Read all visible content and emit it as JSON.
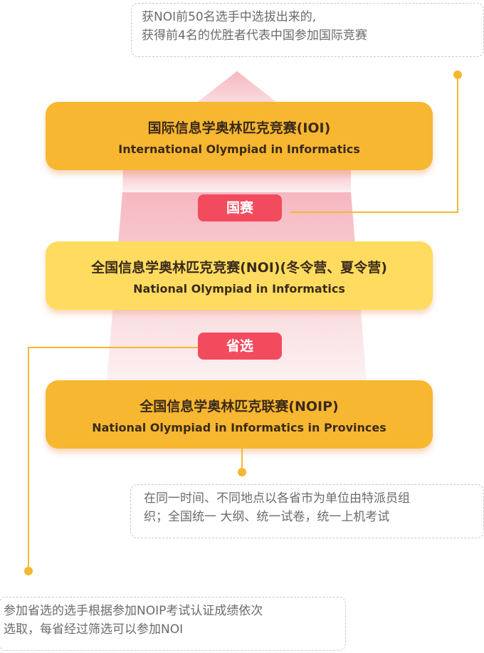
{
  "colors": {
    "box_orange": "#f8b731",
    "box_yellow": "#ffdc60",
    "stage_red": "#f24b5e",
    "connector": "#f5b731",
    "arrow_pink": "#f7c9cf"
  },
  "notes": {
    "top": [
      "获NOI前50名选手中选拔出来的,",
      "获得前4名的优胜者代表中国参加国际竞赛"
    ],
    "middle": [
      "在同一时间、不同地点以各省市为单位由特派员组",
      "织；全国统一 大纲、统一试卷，统一上机考试"
    ],
    "bottom": [
      "参加省选的选手根据参加NOIP考试认证成绩依次",
      "选取，每省经过筛选可以参加NOI"
    ]
  },
  "levels": {
    "ioi": {
      "zh": "国际信息学奥林匹克竞赛(IOI)",
      "en": "International Olympiad in Informatics"
    },
    "noi": {
      "zh": "全国信息学奥林匹克竞赛(NOI)(冬令营、夏令营)",
      "en": "National Olympiad in Informatics"
    },
    "noip": {
      "zh": "全国信息学奥林匹克联赛(NOIP)",
      "en": "National Olympiad in Informatics in Provinces"
    }
  },
  "stages": {
    "national": "国赛",
    "provincial": "省选"
  }
}
